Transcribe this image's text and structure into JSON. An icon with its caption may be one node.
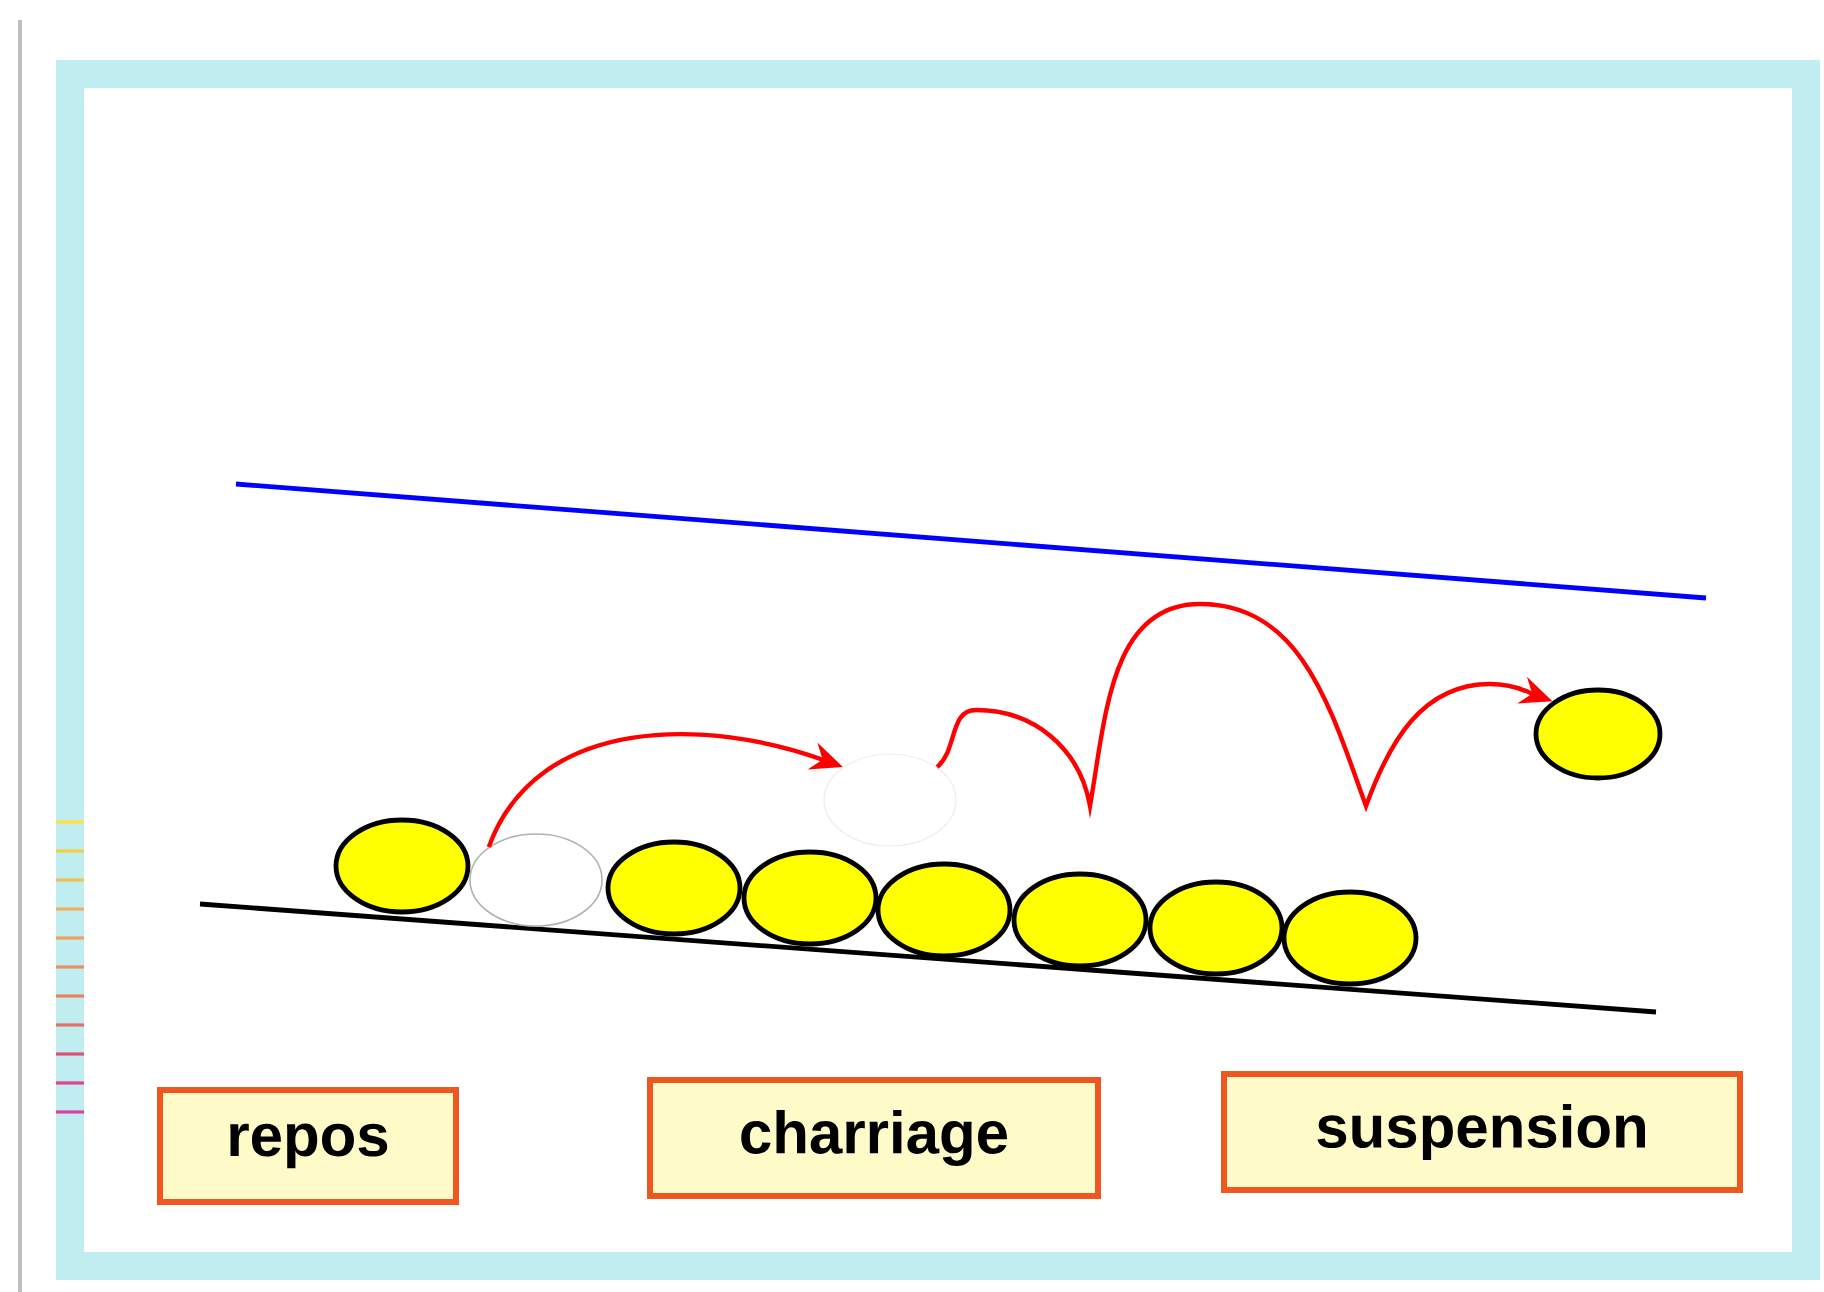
{
  "diagram": {
    "nodes": [
      {
        "text": [],
        "shape": "circle"
      },
      {
        "text": [],
        "shape": "circle"
      },
      {
        "text": [],
        "shape": "circle"
      },
      {
        "text": [
          "repos"
        ]
      },
      {
        "text": [
          "charriage"
        ]
      },
      {
        "text": [
          "suspension"
        ]
      }
    ],
    "edges": [
      {
        "from": 0,
        "to": 1,
        "arrow": "to"
      },
      {
        "from": 1,
        "to": 2,
        "arrow": "to"
      }
    ]
  }
}
